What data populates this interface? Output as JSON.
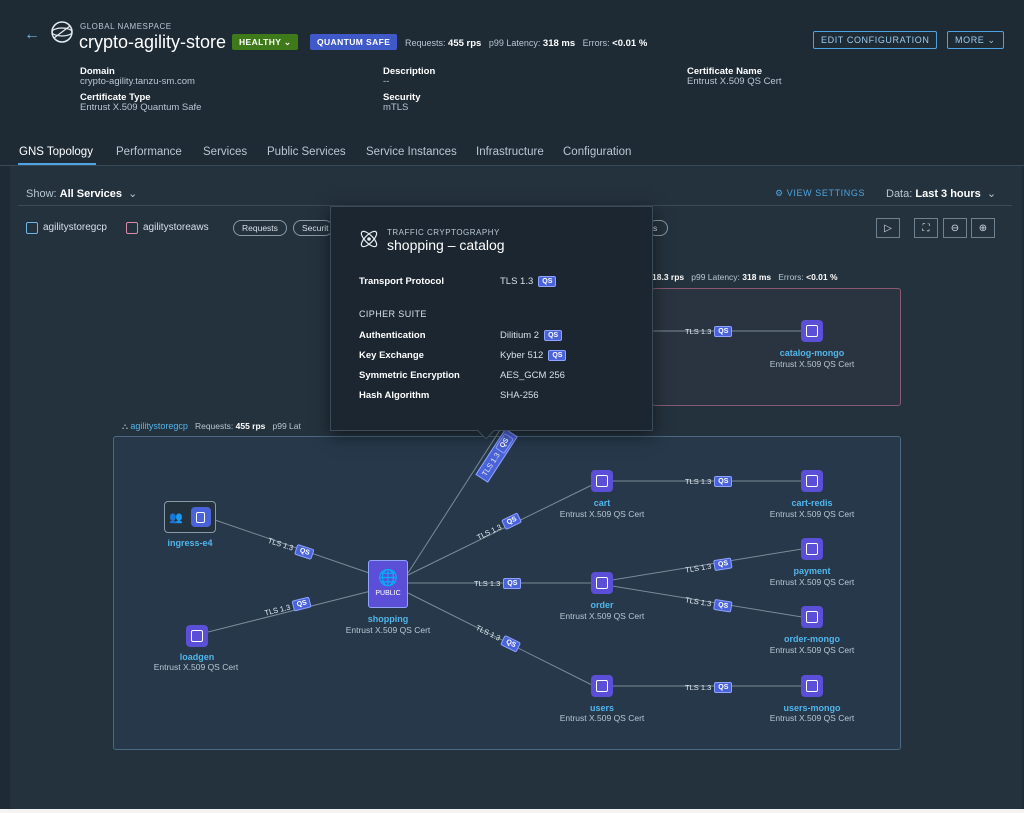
{
  "header": {
    "eyebrow": "GLOBAL NAMESPACE",
    "title": "crypto-agility-store",
    "healthy_badge": "HEALTHY",
    "qs_badge": "QUANTUM SAFE",
    "requests_label": "Requests:",
    "requests_value": "455 rps",
    "latency_label": "p99 Latency:",
    "latency_value": "318 ms",
    "errors_label": "Errors:",
    "errors_value": "<0.01 %",
    "edit_button": "EDIT CONFIGURATION",
    "more_button": "MORE"
  },
  "meta": {
    "domain_label": "Domain",
    "domain_value": "crypto-agility.tanzu-sm.com",
    "cert_type_label": "Certificate Type",
    "cert_type_value": "Entrust X.509 Quantum Safe",
    "description_label": "Description",
    "description_value": "--",
    "security_label": "Security",
    "security_value": "mTLS",
    "cert_name_label": "Certificate Name",
    "cert_name_value": "Entrust X.509 QS Cert"
  },
  "tabs": [
    {
      "label": "GNS Topology"
    },
    {
      "label": "Performance"
    },
    {
      "label": "Services"
    },
    {
      "label": "Public Services"
    },
    {
      "label": "Service Instances"
    },
    {
      "label": "Infrastructure"
    },
    {
      "label": "Configuration"
    }
  ],
  "toolbar": {
    "show_label": "Show:",
    "show_value": "All Services",
    "view_settings": "VIEW SETTINGS",
    "data_label": "Data:",
    "data_value": "Last 3 hours",
    "cluster_a": "agilitystoregcp",
    "cluster_b": "agilitystoreaws",
    "pill_requests": "Requests",
    "pill_security": "Securit",
    "pill_hidden_tail": "s"
  },
  "popover": {
    "eyebrow": "TRAFFIC CRYPTOGRAPHY",
    "title": "shopping – catalog",
    "transport_label": "Transport Protocol",
    "transport_value": "TLS 1.3",
    "cipher_heading": "CIPHER SUITE",
    "auth_label": "Authentication",
    "auth_value": "Dilitium 2",
    "kex_label": "Key Exchange",
    "kex_value": "Kyber 512",
    "sym_label": "Symmetric Encryption",
    "sym_value": "AES_GCM 256",
    "hash_label": "Hash Algorithm",
    "hash_value": "SHA-256",
    "qs": "QS"
  },
  "aws_group": {
    "stats_requests": "18.3 rps",
    "stats_latency_label": "p99 Latency:",
    "stats_latency": "318 ms",
    "stats_errors_label": "Errors:",
    "stats_errors": "<0.01 %"
  },
  "gcp_group": {
    "name": "agilitystoregcp",
    "requests_label": "Requests:",
    "requests_value": "455 rps",
    "latency_cut": "p99 Lat"
  },
  "nodes": {
    "ingress": "ingress-e4",
    "loadgen": "loadgen",
    "shopping": "shopping",
    "public_tag": "PUBLIC",
    "cart": "cart",
    "order": "order",
    "users": "users",
    "cart_redis": "cart-redis",
    "payment": "payment",
    "order_mongo": "order-mongo",
    "users_mongo": "users-mongo",
    "catalog_mongo": "catalog-mongo",
    "cert": "Entrust X.509 QS Cert"
  },
  "edge": {
    "tls": "TLS 1.3",
    "qs": "QS"
  },
  "colors": {
    "background": "#1e2b35",
    "accent": "#4fa3e0",
    "node": "#5a4fd6",
    "healthy": "#3f7a1a",
    "quantum_safe": "#3f5ac8"
  }
}
